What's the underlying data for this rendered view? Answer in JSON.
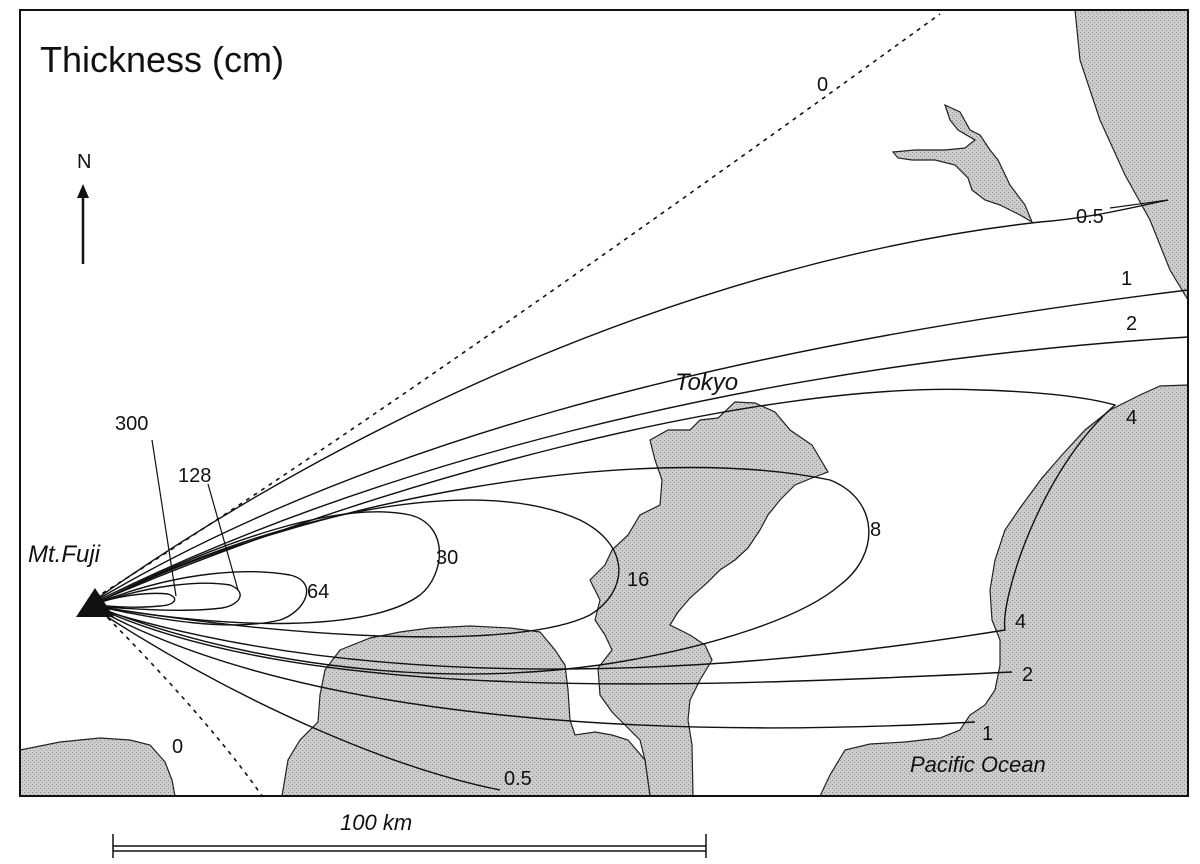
{
  "map": {
    "title": "Thickness (cm)",
    "north_label": "N",
    "volcano_label": "Mt.Fuji",
    "city_label": "Tokyo",
    "ocean_label": "Pacific Ocean",
    "scale_label": "100 km",
    "colors": {
      "land": "#c9c9c9",
      "line": "#111111",
      "background": "#ffffff"
    },
    "isopach_labels": {
      "zero_north": "0",
      "zero_south": "0",
      "half_north": "0.5",
      "half_south": "0.5",
      "one_north": "1",
      "one_south": "1",
      "two_north": "2",
      "two_south": "2",
      "four_north": "4",
      "four_south": "4",
      "eight": "8",
      "sixteen": "16",
      "thirty": "30",
      "sixtyfour": "64",
      "onetwentyeight": "128",
      "threehundred": "300"
    }
  }
}
